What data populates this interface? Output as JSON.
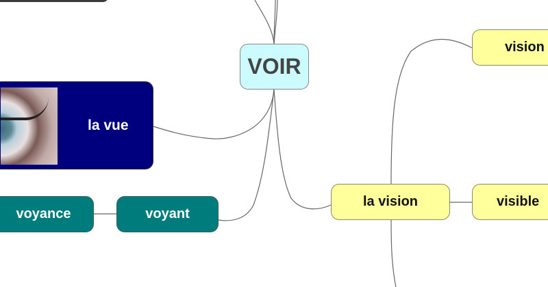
{
  "central": {
    "label": "VOIR"
  },
  "nodes": {
    "la_vue": "la vue",
    "voyance": "voyance",
    "voyant": "voyant",
    "la_vision": "la vision",
    "vision": "vision",
    "visible": "visible"
  },
  "colors": {
    "central": "#ccfbfd",
    "la_vue": "#00007e",
    "teal": "#007c7c",
    "yellow": "#ffff9c"
  }
}
